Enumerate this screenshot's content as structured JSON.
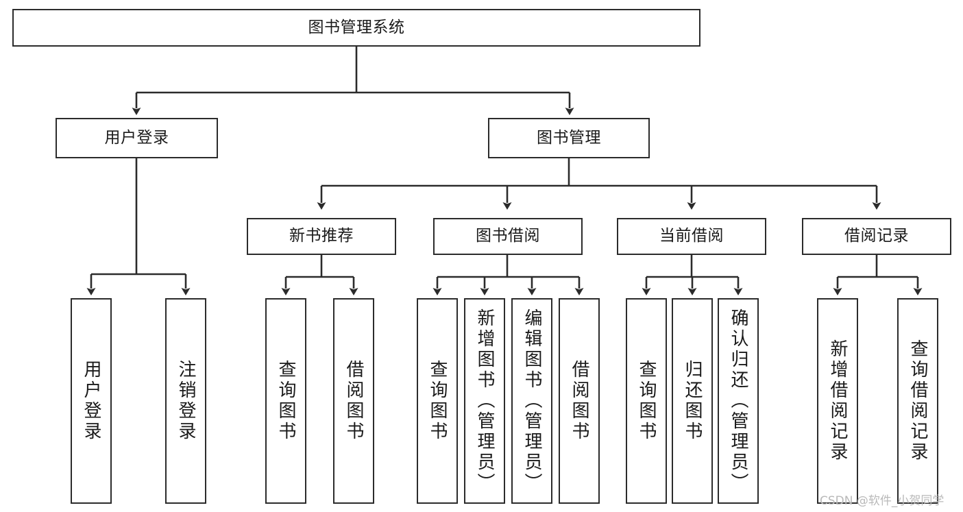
{
  "diagram": {
    "title": "图书管理系统",
    "type": "tree",
    "orientation": "top-down",
    "colors": {
      "box_border": "#2b2b2b",
      "box_fill": "#ffffff",
      "connector": "#2b2b2b",
      "background": "#ffffff",
      "watermark": "#b9b9b9"
    }
  },
  "nodes": {
    "root": {
      "label": "图书管理系统"
    },
    "level2": [
      {
        "id": "user-login",
        "label": "用户登录"
      },
      {
        "id": "book-manage",
        "label": "图书管理"
      }
    ],
    "level3": [
      {
        "id": "new-book-recommend",
        "label": "新书推荐"
      },
      {
        "id": "book-borrow",
        "label": "图书借阅"
      },
      {
        "id": "current-borrow",
        "label": "当前借阅"
      },
      {
        "id": "borrow-record",
        "label": "借阅记录"
      }
    ],
    "leaves": {
      "user-login": [
        {
          "id": "leaf-user-login",
          "label": "用户登录"
        },
        {
          "id": "leaf-logout-login",
          "label": "注销登录"
        }
      ],
      "new-book-recommend": [
        {
          "id": "leaf-query-book-1",
          "label": "查询图书"
        },
        {
          "id": "leaf-borrow-book-1",
          "label": "借阅图书"
        }
      ],
      "book-borrow": [
        {
          "id": "leaf-query-book-2",
          "label": "查询图书"
        },
        {
          "id": "leaf-add-book",
          "label": "新增图书（管理员）"
        },
        {
          "id": "leaf-edit-book",
          "label": "编辑图书（管理员）"
        },
        {
          "id": "leaf-borrow-book-2",
          "label": "借阅图书"
        }
      ],
      "current-borrow": [
        {
          "id": "leaf-query-book-3",
          "label": "查询图书"
        },
        {
          "id": "leaf-return-book",
          "label": "归还图书"
        },
        {
          "id": "leaf-confirm-return",
          "label": "确认归还（管理员）"
        }
      ],
      "borrow-record": [
        {
          "id": "leaf-add-record",
          "label": "新增借阅记录"
        },
        {
          "id": "leaf-query-record",
          "label": "查询借阅记录"
        }
      ]
    }
  },
  "watermark": {
    "text": "CSDN @软件_小贺同学"
  }
}
